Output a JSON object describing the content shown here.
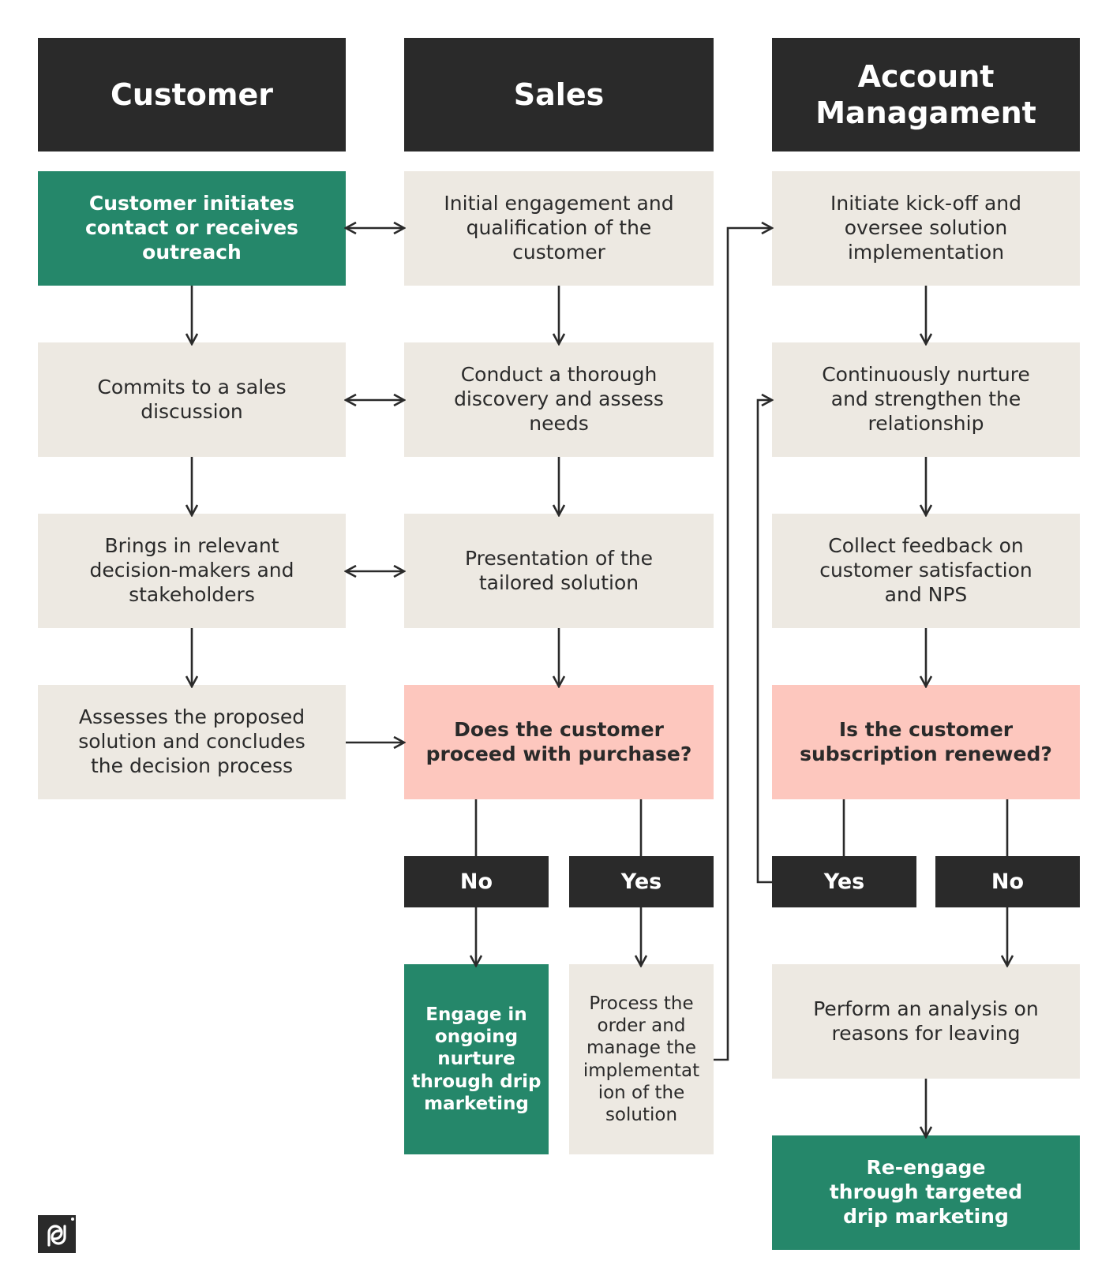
{
  "headers": {
    "customer": "Customer",
    "sales": "Sales",
    "account_management": "Account Managament"
  },
  "customer_steps": {
    "initiate": "Customer initiates contact or receives outreach",
    "commit": "Commits to a sales discussion",
    "stakeholders": "Brings in relevant decision-makers and stakeholders",
    "assess": "Assesses the proposed solution and concludes the decision process"
  },
  "sales_steps": {
    "engagement": "Initial engagement and qualification of the customer",
    "discovery": "Conduct a thorough discovery and assess needs",
    "presentation": "Presentation of the tailored solution",
    "decision": "Does the customer proceed with purchase?",
    "no_label": "No",
    "yes_label": "Yes",
    "nurture": "Engage in ongoing nurture through drip marketing",
    "process_order": "Process the order and manage the implementat ion of the solution"
  },
  "account_steps": {
    "kickoff": "Initiate kick-off and oversee solution implementation",
    "strengthen": "Continuously nurture and strengthen the relationship",
    "feedback": "Collect feedback on customer satisfaction and NPS",
    "decision": "Is the customer subscription renewed?",
    "yes_label": "Yes",
    "no_label": "No",
    "analysis": "Perform an analysis on reasons for leaving",
    "reengage": "Re-engage through targeted drip marketing"
  },
  "colors": {
    "header_bg": "#2a2a2a",
    "step_bg": "#ede9e2",
    "start_end_bg": "#25876a",
    "decision_bg": "#fdc7be",
    "line": "#2a2a2a"
  },
  "logo_icon": "pd-logo-icon"
}
